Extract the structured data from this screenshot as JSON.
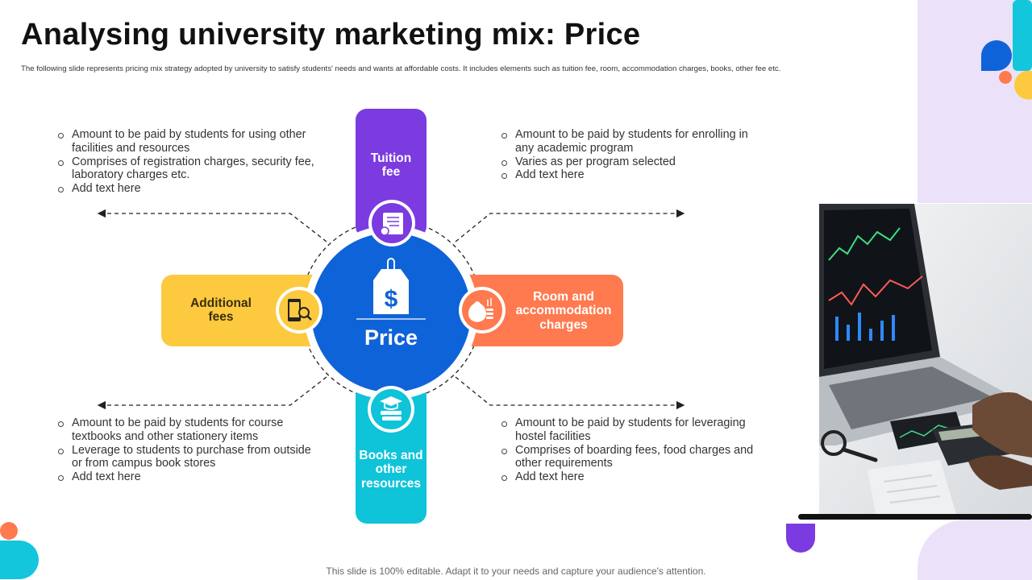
{
  "slide": {
    "title": "Analysing university marketing mix: Price",
    "subtitle": "The following slide represents pricing mix strategy adopted by university to satisfy students' needs and wants at affordable costs. It includes elements such as tuition fee, room, accommodation charges, books, other fee etc.",
    "footer": "This slide is 100% editable. Adapt it to your needs and capture your audience's attention."
  },
  "center": {
    "label": "Price",
    "icon": "price-tag-dollar-icon"
  },
  "arms": {
    "top": {
      "label_lines": [
        "Tuition",
        "fee"
      ],
      "color": "#7b3be0",
      "icon": "invoice-icon"
    },
    "left": {
      "label_lines": [
        "Additional",
        "fees"
      ],
      "color": "#fcc93f",
      "icon": "mobile-search-icon"
    },
    "right": {
      "label_lines": [
        "Room and",
        "accommodation",
        "charges"
      ],
      "color": "#ff7a4f",
      "icon": "money-bag-icon"
    },
    "bottom": {
      "label_lines": [
        "Books and",
        "other",
        "resources"
      ],
      "color": "#0fc3d9",
      "icon": "graduation-books-icon"
    }
  },
  "colors": {
    "center_blue": "#0f63d8",
    "purple": "#7b3be0",
    "yellow": "#fcc93f",
    "orange": "#ff7a4f",
    "cyan": "#0fc3d9",
    "lavender": "#ebe2f9"
  },
  "blocks": {
    "top_left": [
      "Amount to be paid by students for using other facilities and resources",
      "Comprises of registration charges, security fee, laboratory charges etc.",
      "Add text here"
    ],
    "top_right": [
      "Amount to be paid by students for enrolling in any academic program",
      "Varies as per program selected",
      "Add text here"
    ],
    "bottom_left": [
      "Amount to be paid by students for course textbooks and other stationery items",
      "Leverage to students to purchase from outside or from campus book stores",
      "Add text here"
    ],
    "bottom_right": [
      "Amount to be paid by students for leveraging hostel facilities",
      "Comprises of boarding fees, food charges and other requirements",
      "Add text here"
    ]
  },
  "photo": {
    "icon": "laptop-calculator-photo"
  }
}
